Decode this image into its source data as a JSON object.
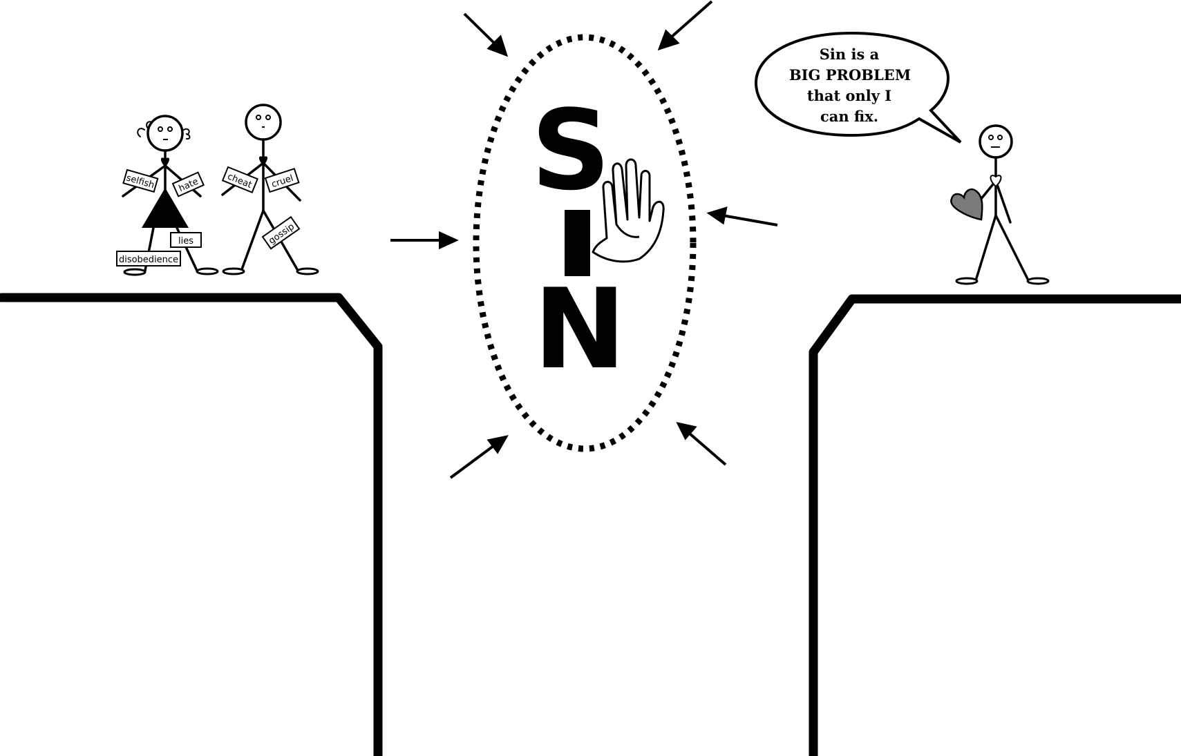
{
  "colors": {
    "ink": "#000000",
    "background": "#ffffff",
    "heart_gray": "#7a7a7a"
  },
  "center_word": [
    "S",
    "I",
    "N"
  ],
  "speech_bubble": {
    "lines": [
      "Sin is a",
      "BIG PROBLEM",
      "that only I",
      "can fix."
    ]
  },
  "tags": {
    "girl": [
      "selfish",
      "hate",
      "lies",
      "disobedience"
    ],
    "boy": [
      "cheat",
      "cruel",
      "gossip"
    ]
  },
  "icons": {
    "hand": "raised-stop-hand-icon",
    "heart": "heart-icon"
  }
}
